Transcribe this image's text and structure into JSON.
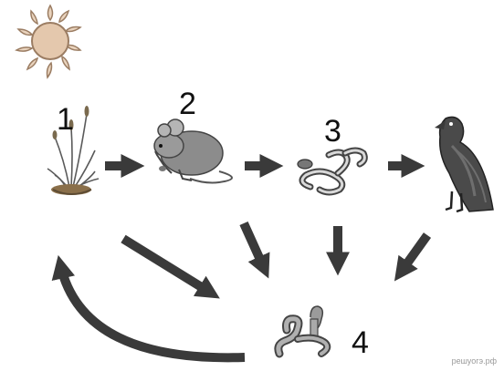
{
  "nodes": [
    {
      "id": "1",
      "label": "1",
      "icon": "grass-plant-icon"
    },
    {
      "id": "2",
      "label": "2",
      "icon": "mouse-icon"
    },
    {
      "id": "3",
      "label": "3",
      "icon": "snake-icon"
    },
    {
      "id": "eagle",
      "label": "",
      "icon": "eagle-icon"
    },
    {
      "id": "4",
      "label": "4",
      "icon": "earthworm-mushroom-icon"
    }
  ],
  "sun": {
    "icon": "sun-icon"
  },
  "edges": [
    {
      "from": "1",
      "to": "2"
    },
    {
      "from": "2",
      "to": "3"
    },
    {
      "from": "3",
      "to": "eagle"
    },
    {
      "from": "1",
      "to": "4"
    },
    {
      "from": "2",
      "to": "4"
    },
    {
      "from": "3",
      "to": "4"
    },
    {
      "from": "eagle",
      "to": "4"
    },
    {
      "from": "4",
      "to": "1"
    }
  ],
  "colors": {
    "arrow": "#3a3a3a",
    "sun": "#c9a98b",
    "ink": "#111111"
  },
  "watermark": "решуогэ.рф"
}
